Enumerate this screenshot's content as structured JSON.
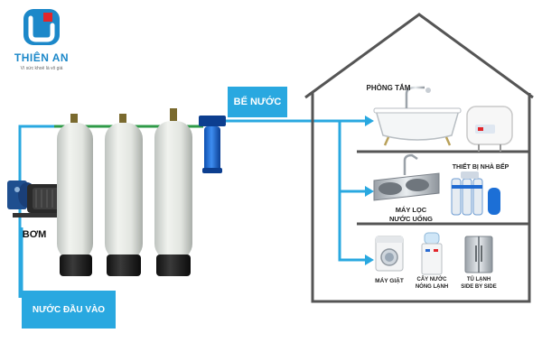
{
  "brand": {
    "name": "THIÊN AN",
    "slogan": "Vì sức khoẻ là vô giá",
    "primary_color": "#1c88c9",
    "accent_color": "#e2262b"
  },
  "colors": {
    "pipe": "#29a8e0",
    "label_bg": "#29a8e0",
    "house_outline": "#555555"
  },
  "labels": {
    "tank": "BỂ NƯỚC",
    "pump": "BƠM",
    "water_inlet": "NƯỚC ĐẦU VÀO"
  },
  "rooms": {
    "bathroom": {
      "title": "PHÒNG TẮM"
    },
    "kitchen": {
      "title": "THIẾT BỊ NHÀ BẾP",
      "ro_filter_line1": "MÁY LỌC",
      "ro_filter_line2": "NƯỚC UỐNG"
    },
    "laundry": {
      "washer": "MÁY GIẶT",
      "dispenser_line1": "CÂY NƯỚC",
      "dispenser_line2": "NÓNG LẠNH",
      "fridge_line1": "TỦ LẠNH",
      "fridge_line2": "SIDE BY SIDE"
    }
  },
  "icons": [
    "logo-icon",
    "pump-icon",
    "filter-tank-icon",
    "cartridge-filter-icon",
    "bathtub-icon",
    "water-heater-icon",
    "sink-icon",
    "ro-filter-icon",
    "washing-machine-icon",
    "water-dispenser-icon",
    "fridge-icon"
  ]
}
